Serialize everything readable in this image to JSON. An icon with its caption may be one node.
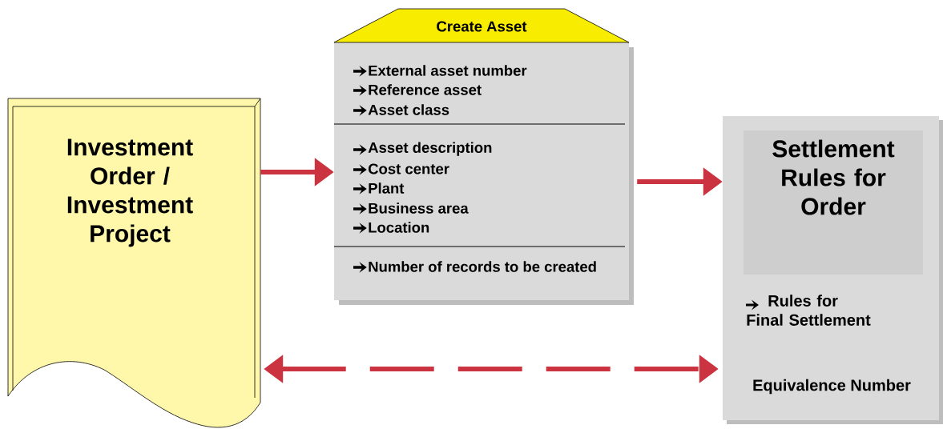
{
  "diagram": {
    "nodes": [
      {
        "text": [
          "Investment Order / Investment Project"
        ]
      },
      {
        "text": [
          "Create Asset",
          "External asset number",
          "Reference asset",
          "Asset class",
          "Asset description",
          "Cost center",
          "Plant",
          "Business area",
          "Location",
          "Number of records to be created"
        ]
      },
      {
        "text": [
          "Rules for Final Settlement",
          "Equivalence Number"
        ]
      },
      {
        "text": [
          "Settlement Rules for Order"
        ],
        "in": 2
      }
    ],
    "edges": [
      {
        "from": 0,
        "to": 1,
        "arrow": "to"
      },
      {
        "from": 1,
        "to": 2,
        "arrow": "to"
      },
      {
        "from": 0,
        "to": 2,
        "arrow": "both",
        "style": "dashed"
      }
    ]
  }
}
